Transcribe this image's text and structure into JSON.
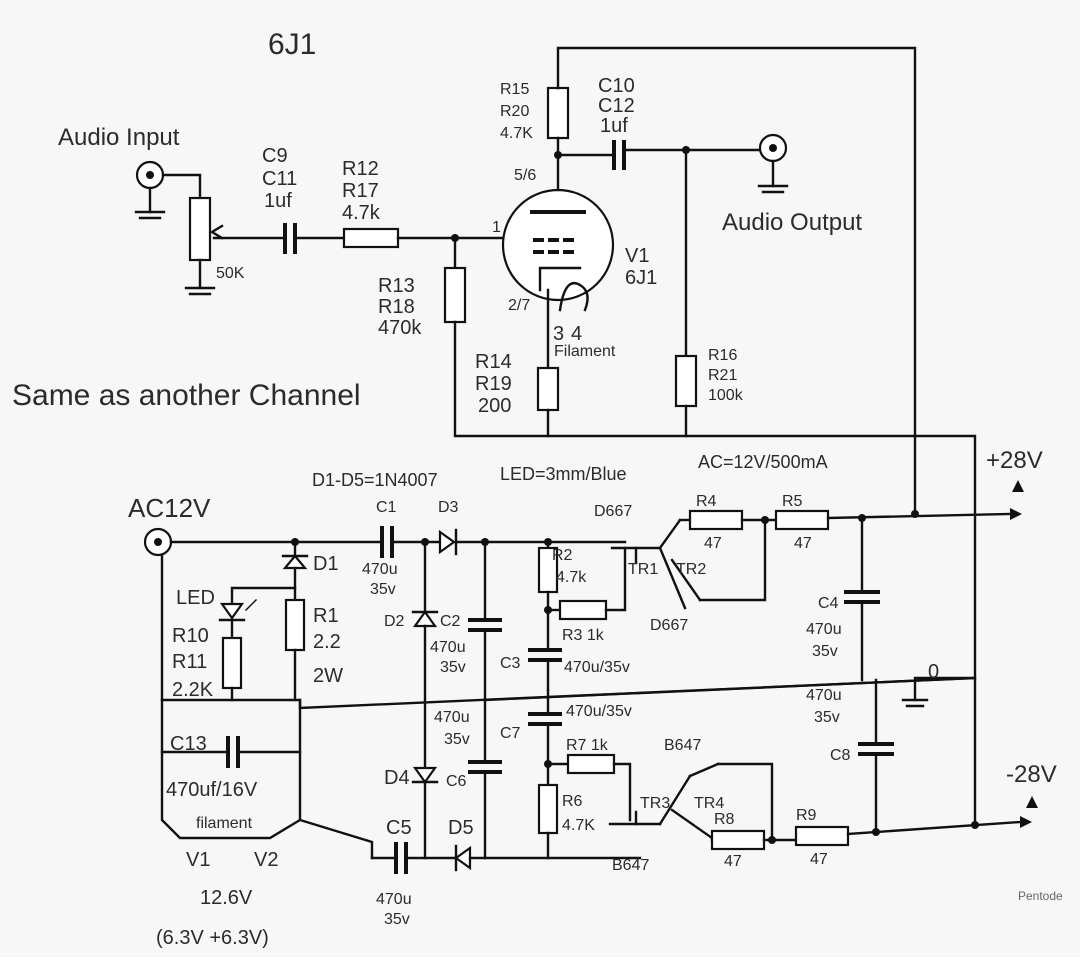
{
  "title": "6J1",
  "audio_input": "Audio Input",
  "audio_output": "Audio Output",
  "same_as_channel": "Same as another Channel",
  "tube": {
    "ref": "V1",
    "type": "6J1",
    "pin_plate": "5/6",
    "pin_grid": "1",
    "pin_cathode": "2/7",
    "pin_fil_a": "3",
    "pin_fil_b": "4",
    "filament": "Filament"
  },
  "parts": {
    "pot": "50K",
    "c_in": [
      "C9",
      "C11",
      "1uf"
    ],
    "r_in": [
      "R12",
      "R17",
      "4.7k"
    ],
    "r_grid": [
      "R13",
      "R18",
      "470k"
    ],
    "r_plate": [
      "R15",
      "R20",
      "4.7K"
    ],
    "c_out": [
      "C10",
      "C12",
      "1uf"
    ],
    "r_cath": [
      "R14",
      "R19",
      "200"
    ],
    "r_out": [
      "R16",
      "R21",
      "100k"
    ]
  },
  "psu": {
    "diodes": "D1-D5=1N4007",
    "led_spec": "LED=3mm/Blue",
    "ac_spec": "AC=12V/500mA",
    "ac_in": "AC12V",
    "plus": "+28V",
    "minus": "-28V",
    "zero": "0",
    "led": "LED",
    "d1": "D1",
    "r10": [
      "R10",
      "R11",
      "2.2K"
    ],
    "r1": [
      "R1",
      "2.2",
      "2W"
    ],
    "c13": "C13",
    "c13_val": "470uf/16V",
    "filament": "filament",
    "v1": "V1",
    "v2": "V2",
    "fil_v": "12.6V",
    "fil_split": "(6.3V +6.3V)",
    "c1": [
      "C1",
      "470u",
      "35v"
    ],
    "d3": "D3",
    "d2": "D2",
    "c2": [
      "C2",
      "470u",
      "35v"
    ],
    "r2": [
      "R2",
      "4.7k"
    ],
    "d667_top": "D667",
    "tr1": "TR1",
    "tr2": "TR2",
    "r3": "R3 1k",
    "d667_mid": "D667",
    "c3": "C3",
    "c3_val": "470u/35v",
    "r4": [
      "R4",
      "47"
    ],
    "r5": [
      "R5",
      "47"
    ],
    "c4": [
      "C4",
      "470u",
      "35v"
    ],
    "c7": "C7",
    "c7_val": "470u/35v",
    "c6_val": [
      "470u",
      "35v"
    ],
    "c6": "C6",
    "d4": "D4",
    "c5": "C5",
    "d5": "D5",
    "c5_val": [
      "470u",
      "35v"
    ],
    "r7": "R7 1k",
    "b647_top": "B647",
    "r6": [
      "R6",
      "4.7K"
    ],
    "tr3": "TR3",
    "tr4": "TR4",
    "b647_bot": "B647",
    "r8": [
      "R8",
      "47"
    ],
    "r9": [
      "R9",
      "47"
    ],
    "c8": [
      "C8",
      "470u",
      "35v"
    ]
  },
  "corner_note": "Pentode"
}
